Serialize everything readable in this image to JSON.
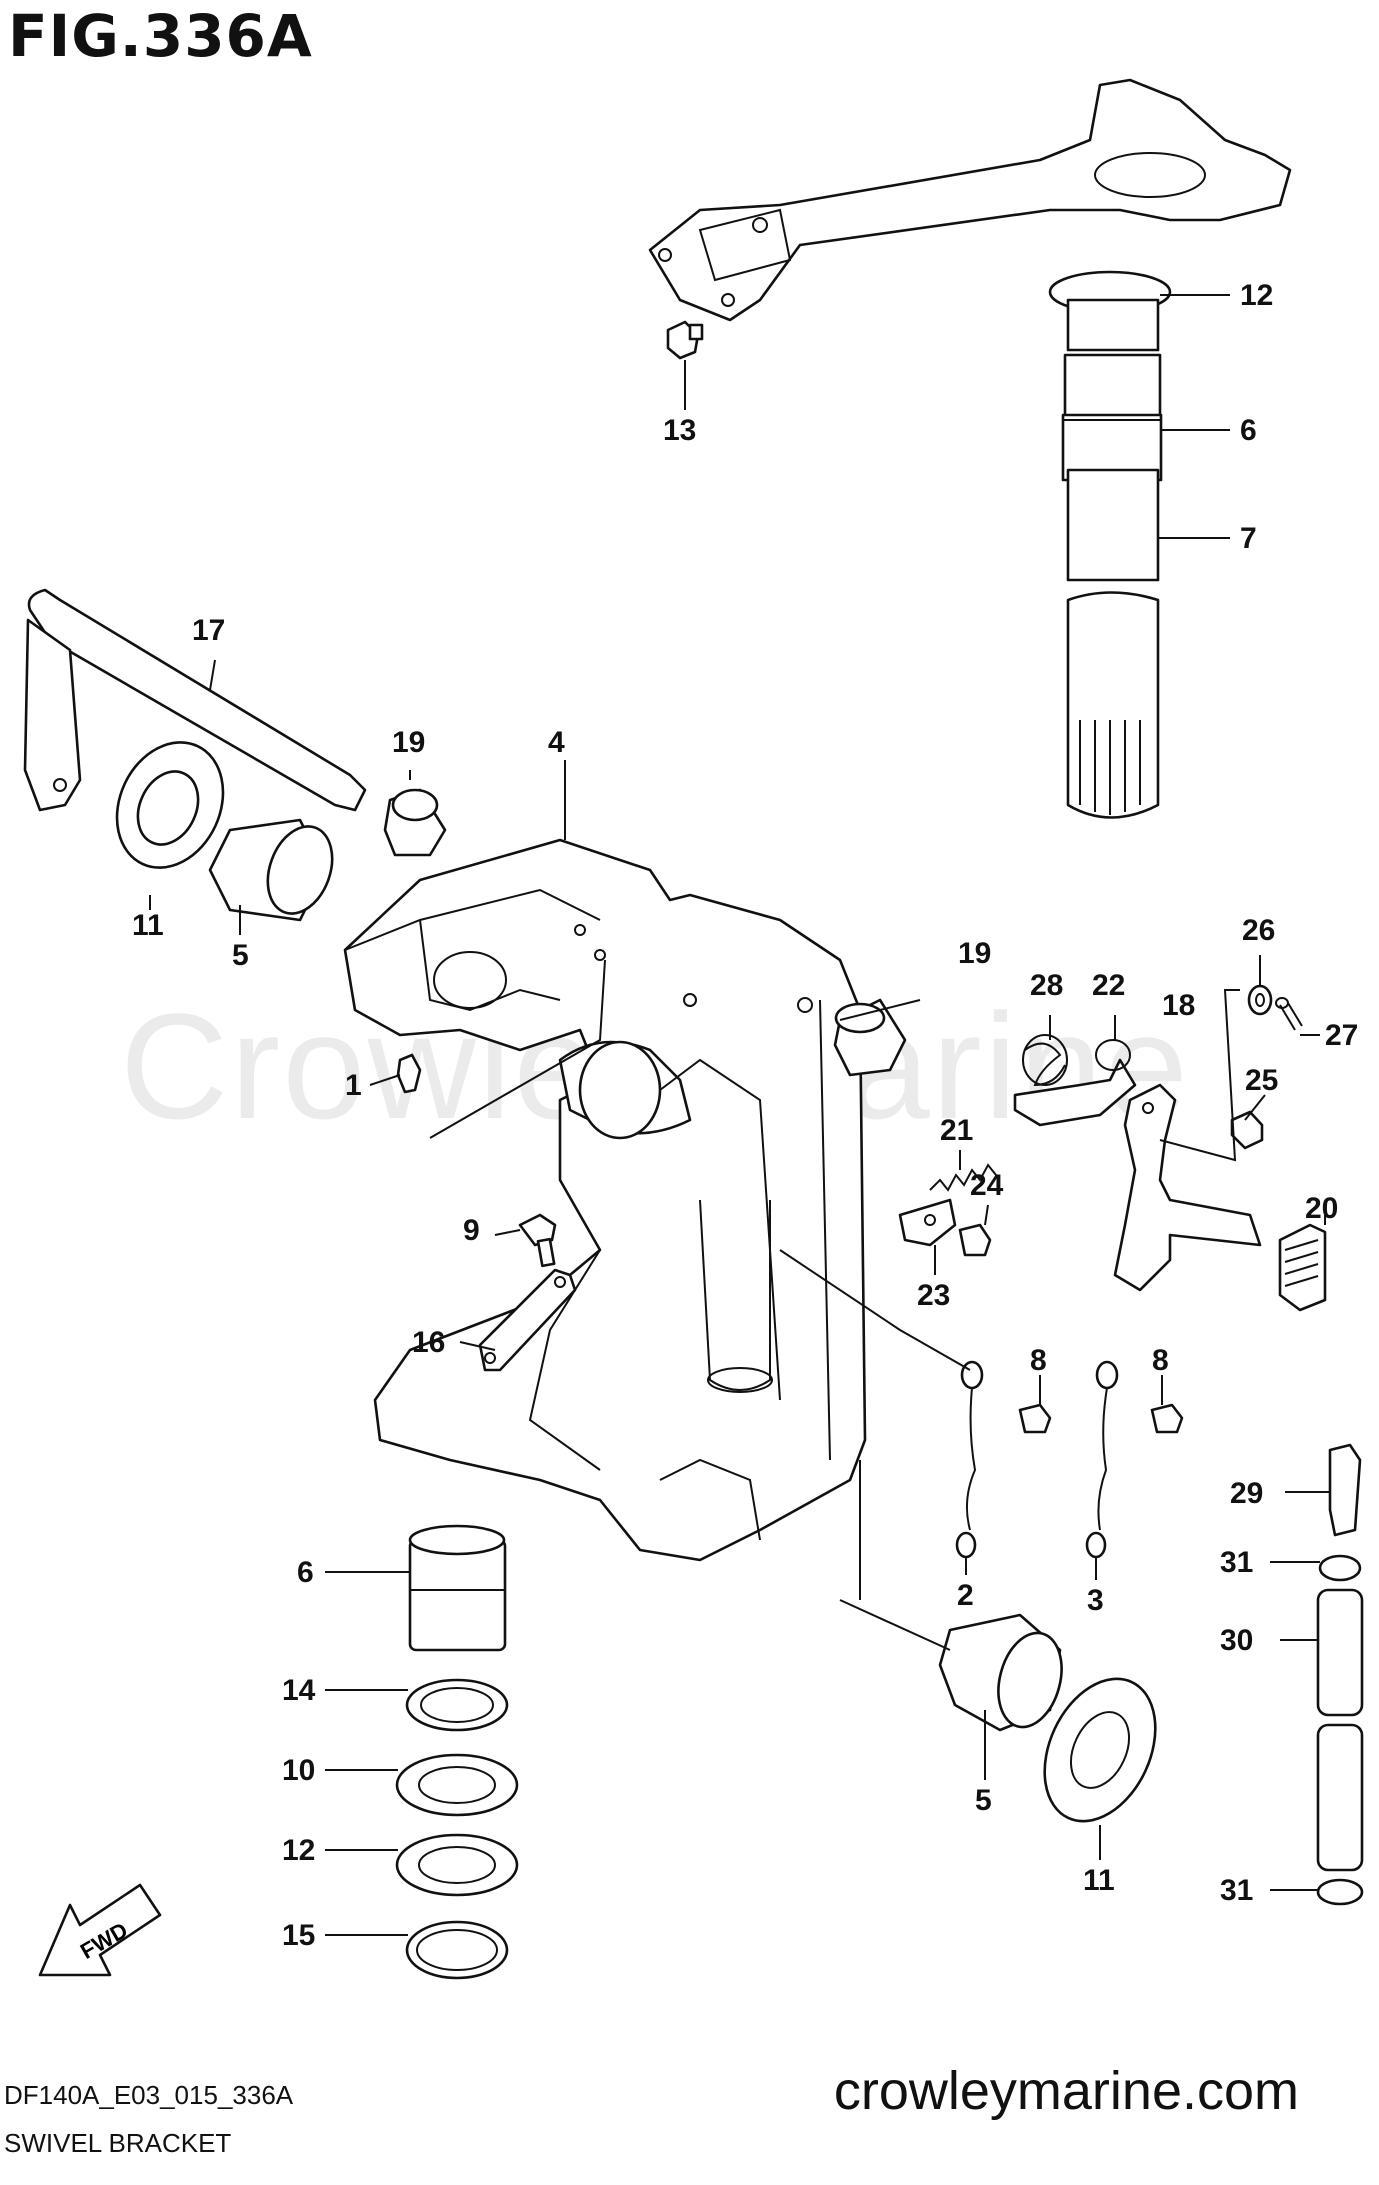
{
  "figure": {
    "title": "FIG.336A",
    "code": "DF140A_E03_015_336A",
    "name": "SWIVEL BRACKET",
    "website": "crowleymarine.com",
    "watermark": "Crowley Marine",
    "fwd_label": "FWD"
  },
  "callouts": [
    {
      "id": "c12a",
      "label": "12"
    },
    {
      "id": "c13",
      "label": "13"
    },
    {
      "id": "c6a",
      "label": "6"
    },
    {
      "id": "c7",
      "label": "7"
    },
    {
      "id": "c17",
      "label": "17"
    },
    {
      "id": "c19a",
      "label": "19"
    },
    {
      "id": "c4",
      "label": "4"
    },
    {
      "id": "c11a",
      "label": "11"
    },
    {
      "id": "c5a",
      "label": "5"
    },
    {
      "id": "c1",
      "label": "1"
    },
    {
      "id": "c19b",
      "label": "19"
    },
    {
      "id": "c28",
      "label": "28"
    },
    {
      "id": "c22",
      "label": "22"
    },
    {
      "id": "c18",
      "label": "18"
    },
    {
      "id": "c26",
      "label": "26"
    },
    {
      "id": "c27",
      "label": "27"
    },
    {
      "id": "c25",
      "label": "25"
    },
    {
      "id": "c21",
      "label": "21"
    },
    {
      "id": "c24",
      "label": "24"
    },
    {
      "id": "c23",
      "label": "23"
    },
    {
      "id": "c20",
      "label": "20"
    },
    {
      "id": "c9",
      "label": "9"
    },
    {
      "id": "c16",
      "label": "16"
    },
    {
      "id": "c8a",
      "label": "8"
    },
    {
      "id": "c8b",
      "label": "8"
    },
    {
      "id": "c29",
      "label": "29"
    },
    {
      "id": "c31a",
      "label": "31"
    },
    {
      "id": "c30",
      "label": "30"
    },
    {
      "id": "c31b",
      "label": "31"
    },
    {
      "id": "c2",
      "label": "2"
    },
    {
      "id": "c3",
      "label": "3"
    },
    {
      "id": "c6b",
      "label": "6"
    },
    {
      "id": "c14",
      "label": "14"
    },
    {
      "id": "c10",
      "label": "10"
    },
    {
      "id": "c12b",
      "label": "12"
    },
    {
      "id": "c15",
      "label": "15"
    },
    {
      "id": "c5b",
      "label": "5"
    },
    {
      "id": "c11b",
      "label": "11"
    }
  ]
}
